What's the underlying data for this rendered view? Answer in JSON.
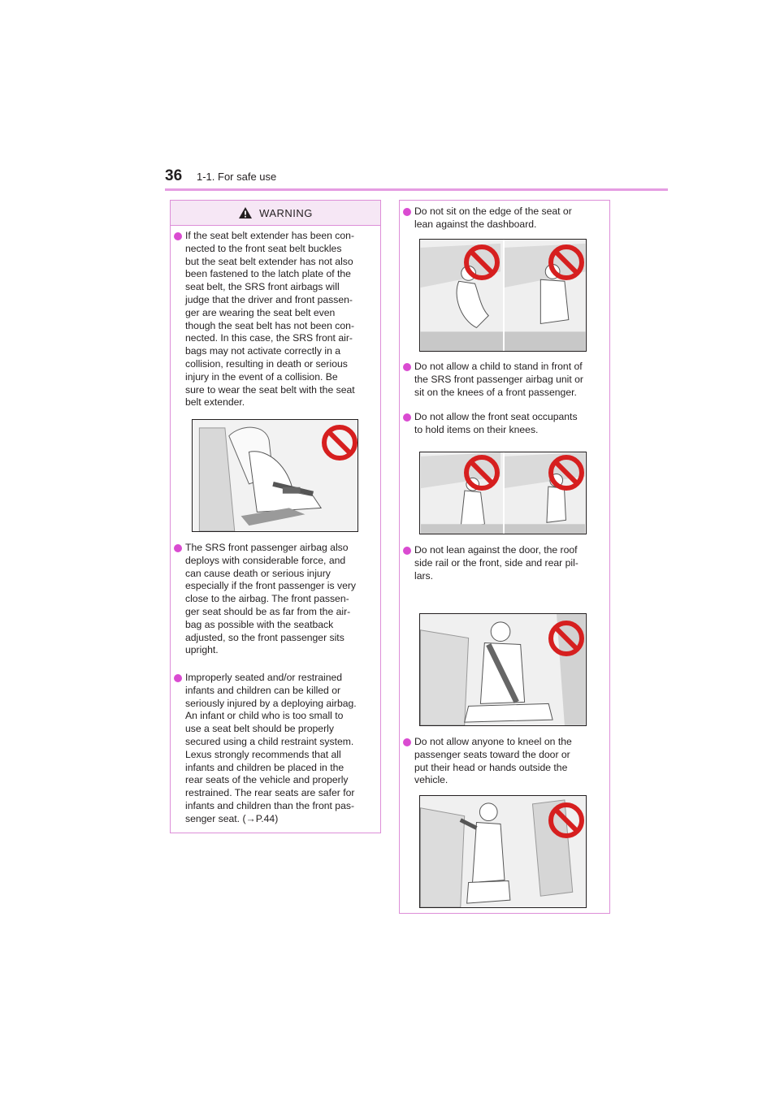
{
  "header": {
    "page_number": "36",
    "section_title": "1-1. For safe use"
  },
  "warning": {
    "label": "WARNING"
  },
  "left_items": [
    {
      "text": "If the seat belt extender has been con-\nnected to the front seat belt buckles\nbut the seat belt extender has not also\nbeen fastened to the latch plate of the\nseat belt, the SRS front airbags will\njudge that the driver and front passen-\nger are wearing the seat belt even\nthough the seat belt has not been con-\nnected. In this case, the SRS front air-\nbags may not activate correctly in a\ncollision, resulting in death or serious\ninjury in the event of a collision. Be\nsure to wear the seat belt with the seat\nbelt extender."
    },
    {
      "text": "The SRS front passenger airbag also\ndeploys with considerable force, and\ncan cause death or serious injury\nespecially if the front passenger is very\nclose to the airbag. The front passen-\nger seat should be as far from the air-\nbag as possible with the seatback\nadjusted, so the front passenger sits\nupright."
    },
    {
      "text": "Improperly seated and/or restrained\ninfants and children can be killed or\nseriously injured by a deploying airbag.\nAn infant or child who is too small to\nuse a seat belt should be properly\nsecured using a child restraint system.\nLexus strongly recommends that all\ninfants and children be placed in the\nrear seats of the vehicle and properly\nrestrained. The rear seats are safer for\ninfants and children than the front pas-\nsenger seat. (→P.44)"
    }
  ],
  "right_items": [
    {
      "text": "Do not sit on the edge of the seat or\nlean against the dashboard."
    },
    {
      "text": "Do not allow a child to stand in front of\nthe SRS front passenger airbag unit or\nsit on the knees of a front passenger."
    },
    {
      "text": "Do not allow the front seat occupants\nto hold items on their knees."
    },
    {
      "text": "Do not lean against the door, the roof\nside rail or the front, side and rear pil-\nlars."
    },
    {
      "text": "Do not allow anyone to kneel on the\npassenger seats toward the door or\nput their head or hands outside the\nvehicle."
    }
  ],
  "colors": {
    "accent": "#da4bd1",
    "border": "#dd8ed8",
    "header_rule": "#e59de2",
    "prohibit": "#d61f1f"
  },
  "icons": {
    "warning": "warning-triangle-icon",
    "prohibit": "prohibited-icon"
  }
}
